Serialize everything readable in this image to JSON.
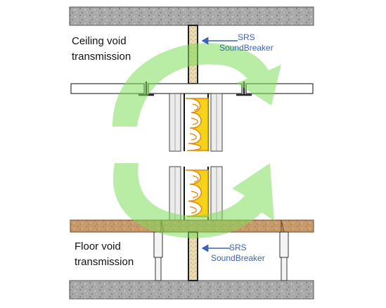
{
  "labels": {
    "ceiling_void": {
      "line1": "Ceiling void",
      "line2": "transmission"
    },
    "floor_void": {
      "line1": "Floor void",
      "line2": "transmission"
    },
    "srs_top": {
      "line1": "SRS",
      "line2": "SoundBreaker"
    },
    "srs_bottom": {
      "line1": "SRS",
      "line2": "SoundBreaker"
    }
  },
  "colors": {
    "label_blue": "#3a63b8",
    "arrow_green": "#7fdc5a",
    "concrete": "#a9a9a9",
    "floor_board": "#c79a6a",
    "insulation_yellow": "#f7d21a",
    "soundbreaker_fill": "#e8d8a8"
  }
}
